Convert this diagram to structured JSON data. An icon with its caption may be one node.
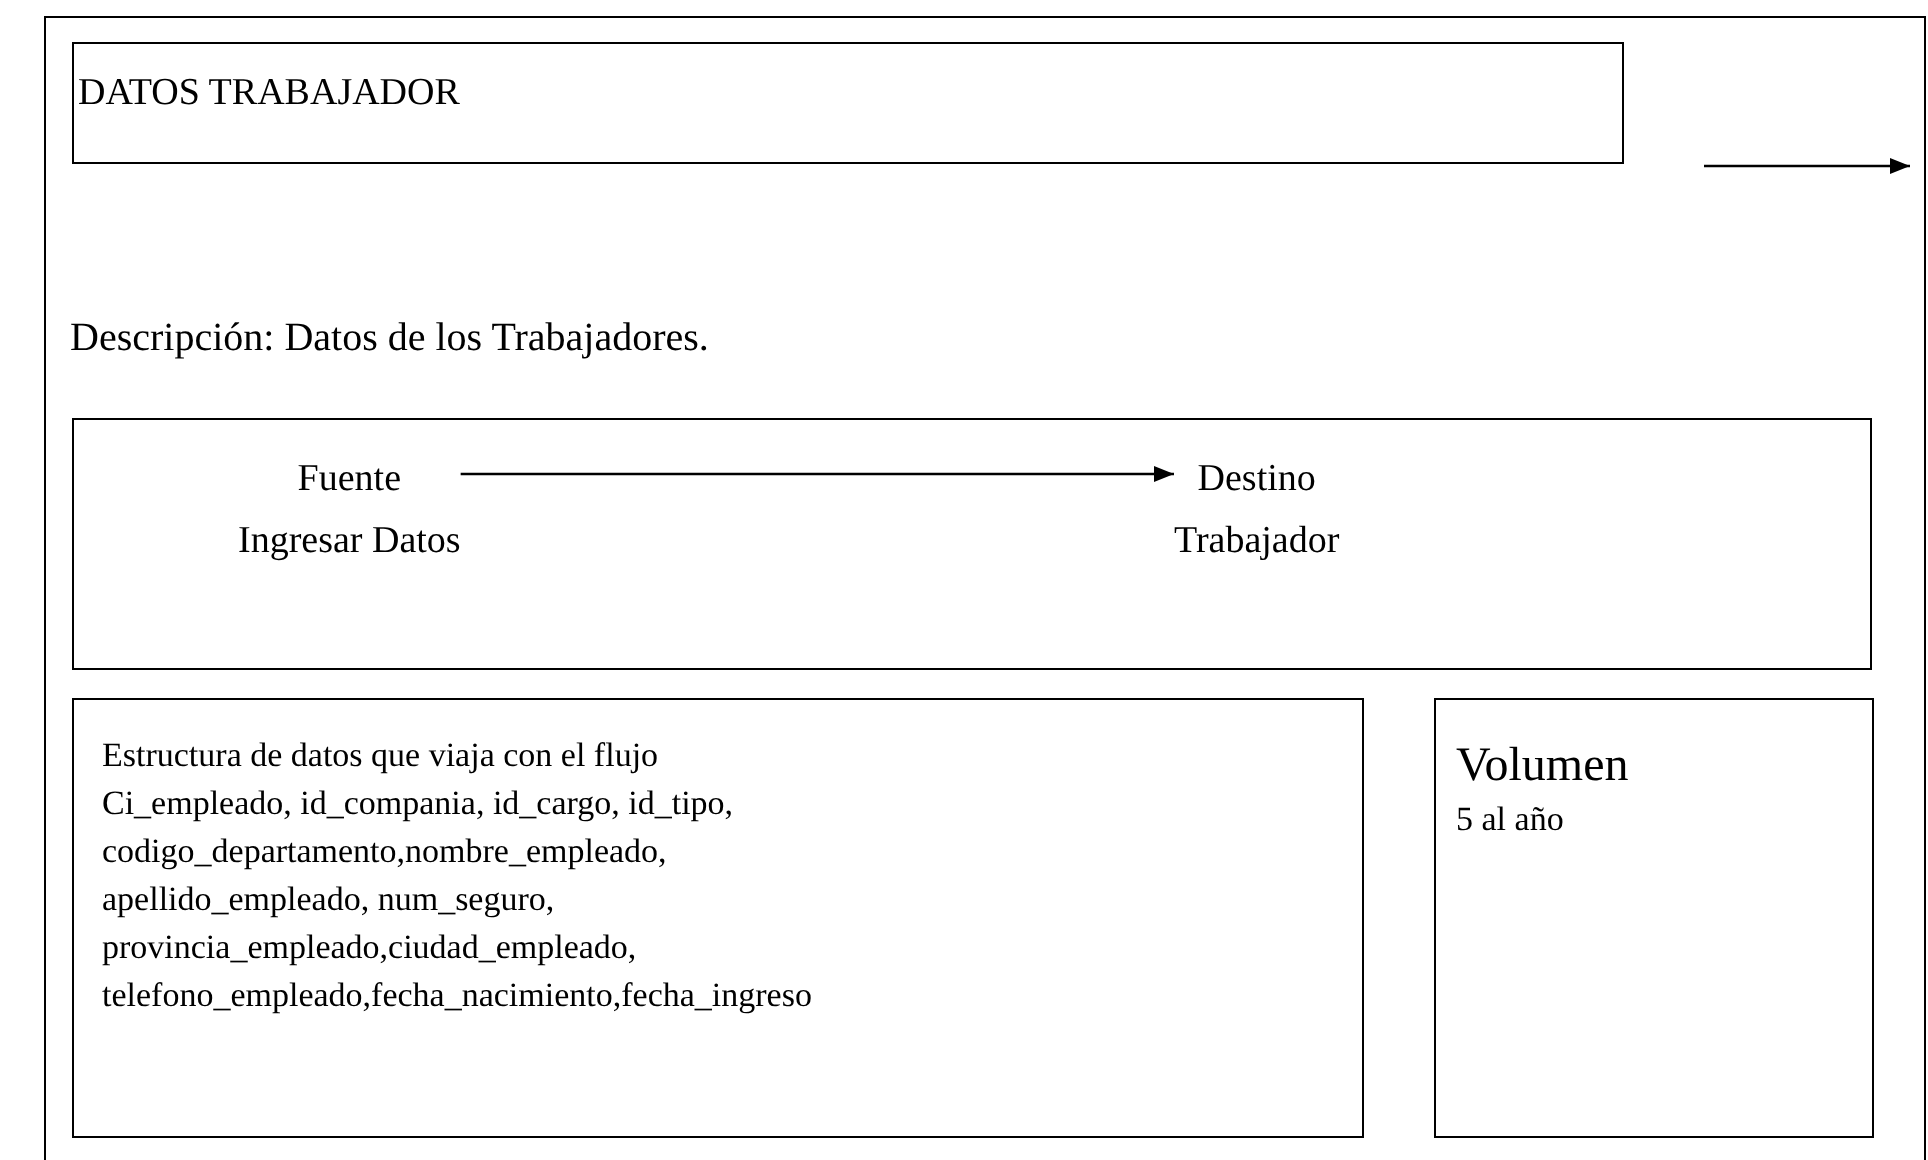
{
  "diagram": {
    "nodes": [
      {
        "text": [],
        "shape": "box"
      },
      {
        "text": [
          "DATOS TRABAJADOR"
        ],
        "in": 0
      },
      {
        "text": [],
        "shape": "box",
        "in": 0
      },
      {
        "text": [
          "Fuente",
          "Ingresar Datos"
        ],
        "in": 2
      },
      {
        "text": [
          "Destino",
          "Trabajador"
        ],
        "in": 2
      },
      {
        "text": [
          "Estructura de datos que viaja con el flujo",
          "Ci_empleado, id_compania, id_cargo, id_tipo, codigo_departamento,nombre_empleado, apellido_empleado, num_seguro, provincia_empleado,ciudad_empleado, telefono_empleado,fecha_nacimiento,fecha_ingreso"
        ],
        "in": 0
      },
      {
        "text": [
          "Volumen",
          "5 al año"
        ],
        "in": 0
      }
    ],
    "edges": [
      {
        "from": 3,
        "to": 4,
        "arrow": "to"
      }
    ],
    "labels": [
      "Descripción: Datos de los Trabajadores."
    ]
  }
}
